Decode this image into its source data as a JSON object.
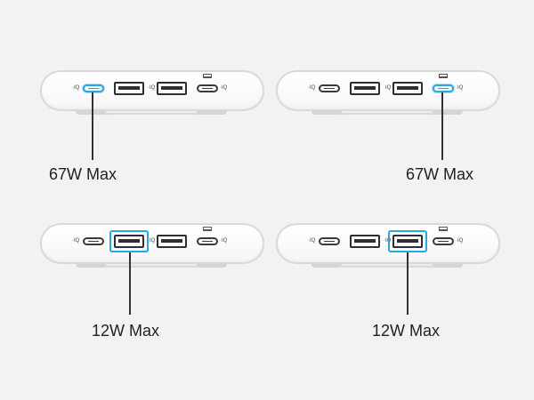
{
  "labels": {
    "top_left": "67W Max",
    "top_right": "67W Max",
    "bottom_left": "12W Max",
    "bottom_right": "12W Max"
  },
  "port_icon_text": "·IQ",
  "colors": {
    "highlight": "#2aa6e0",
    "background": "#f2f2f2",
    "port_outline": "#2f2f2f",
    "label_text": "#222222"
  },
  "highlighted_ports": {
    "top_left": "usb-c-1",
    "top_right": "usb-c-2",
    "bottom_left": "usb-a-1",
    "bottom_right": "usb-a-2"
  }
}
